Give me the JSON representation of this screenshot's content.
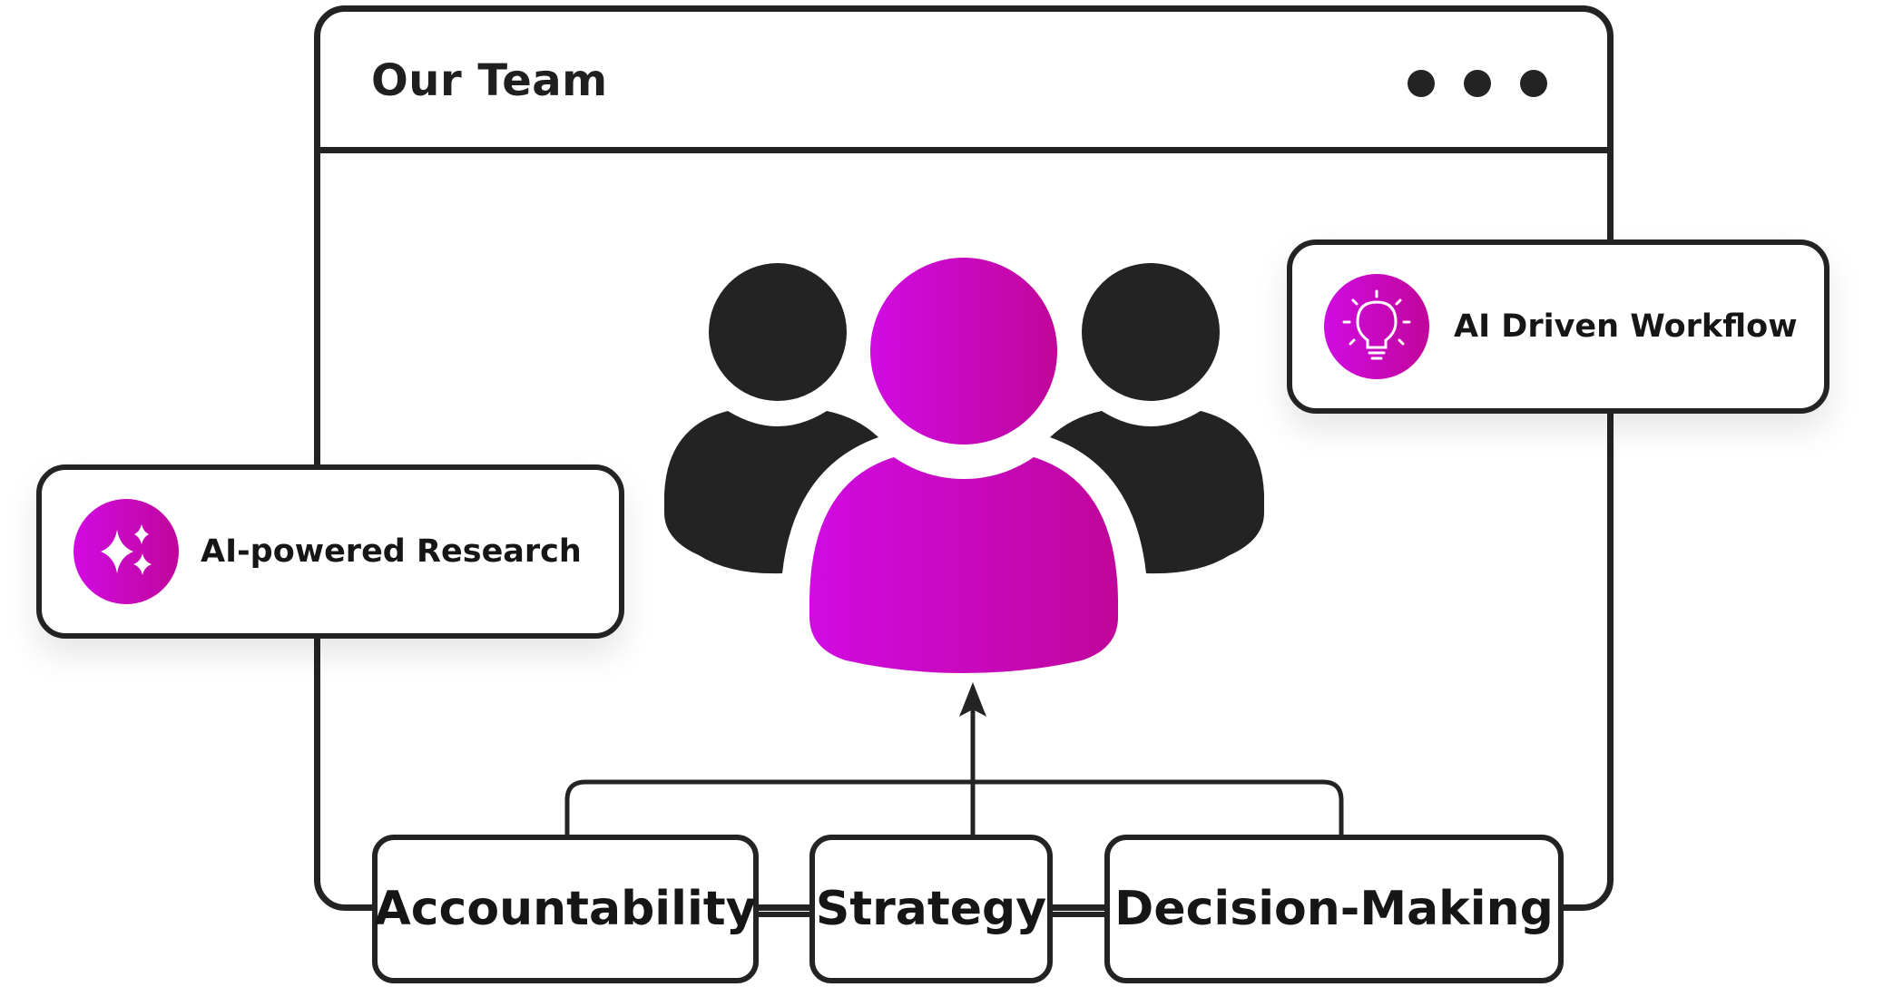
{
  "window": {
    "title": "Our Team"
  },
  "cards": {
    "research": {
      "label": "AI-powered Research",
      "icon": "sparkles-icon"
    },
    "workflow": {
      "label": "AI Driven Workflow",
      "icon": "lightbulb-icon"
    }
  },
  "chips": {
    "accountability": "Accountability",
    "strategy": "Strategy",
    "decision": "Decision-Making"
  },
  "colors": {
    "accent_start": "#d10be3",
    "accent_end": "#c0069a",
    "ink": "#232323"
  }
}
